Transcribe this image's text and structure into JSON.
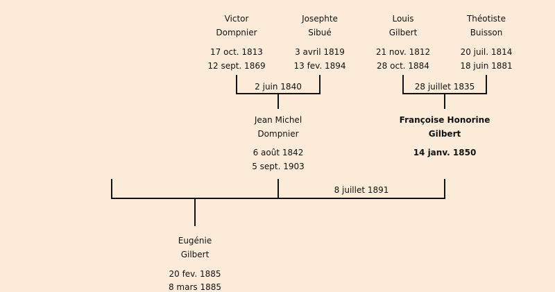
{
  "people": {
    "victor": {
      "first": "Victor",
      "last": "Dompnier",
      "birth": "17 oct. 1813",
      "death": "12 sept. 1869"
    },
    "josephte": {
      "first": "Josephte",
      "last": "Sibué",
      "birth": "3 avril 1819",
      "death": "13 fev. 1894"
    },
    "louis": {
      "first": "Louis",
      "last": "Gilbert",
      "birth": "21 nov. 1812",
      "death": "28 oct. 1884"
    },
    "theotiste": {
      "first": "Théotiste",
      "last": "Buisson",
      "birth": "20 juil. 1814",
      "death": "18 juin 1881"
    },
    "jean_michel": {
      "first": "Jean Michel",
      "last": "Dompnier",
      "birth": "6 août 1842",
      "death": "5 sept. 1903"
    },
    "francoise": {
      "first": "Françoise Honorine",
      "last": "Gilbert",
      "birth": "14 janv. 1850"
    },
    "eugenie": {
      "first": "Eugénie",
      "last": "Gilbert",
      "birth": "20 fev. 1885",
      "death": "8 mars 1885"
    }
  },
  "marriages": {
    "dompnier_sibue": "2 juin 1840",
    "gilbert_buisson": "28 juillet 1835",
    "dompnier_gilbert": "8 juillet 1891"
  }
}
